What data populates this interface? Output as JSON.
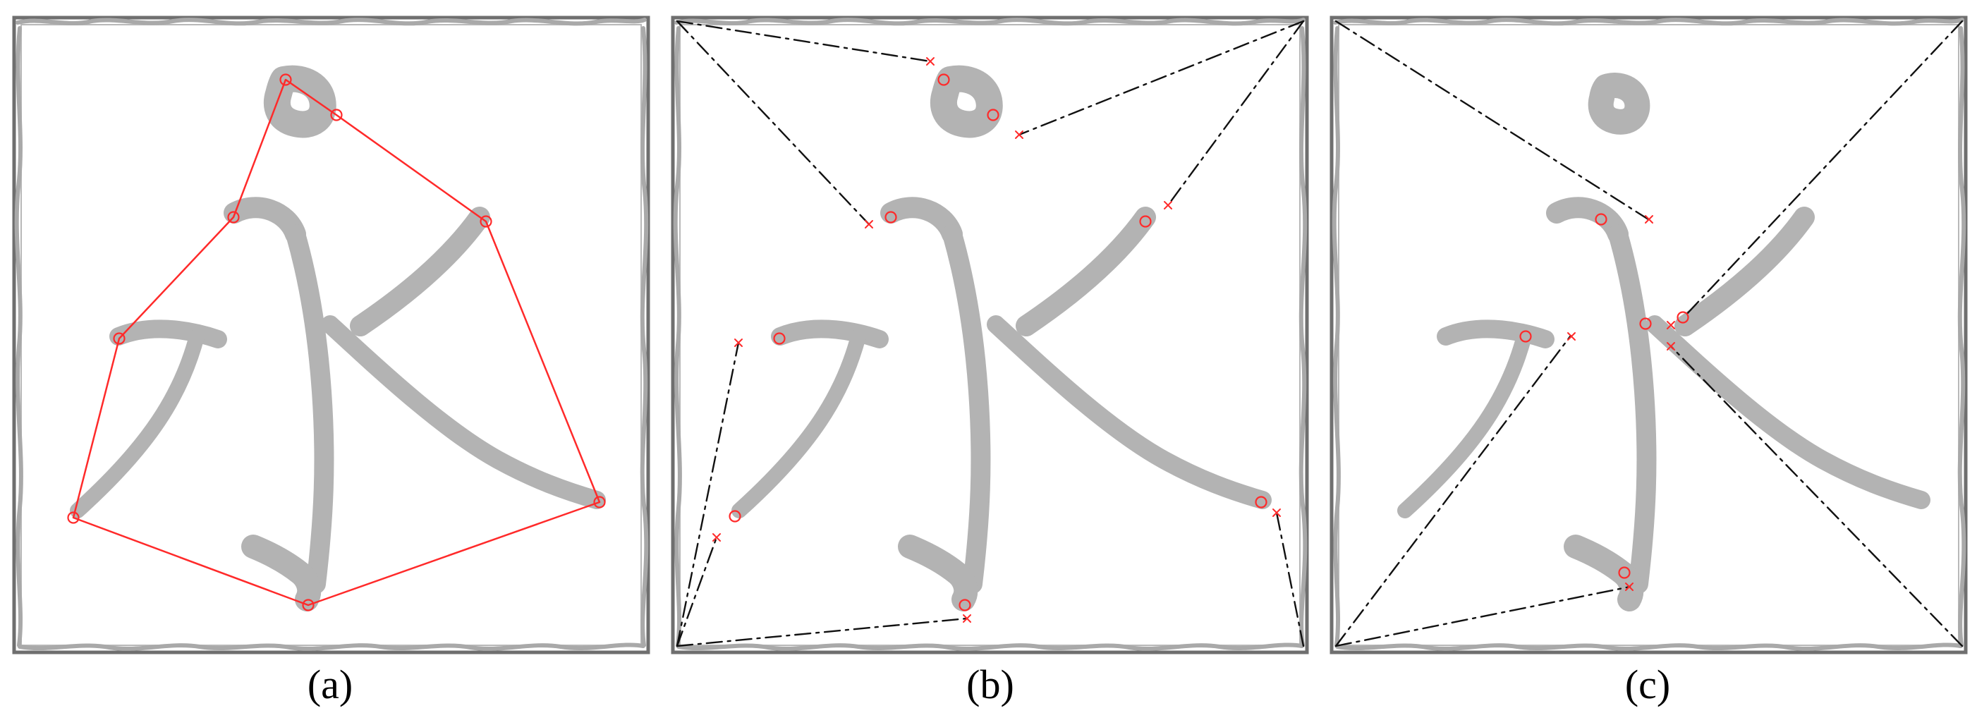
{
  "figure": {
    "panels": [
      {
        "caption": "(a)",
        "colors": {
          "glyph": "#b3b3b3",
          "outline": "#ff2a2a",
          "frame": "#6f6f6f"
        },
        "features": [
          "convex-hull",
          "hull-vertices"
        ]
      },
      {
        "caption": "(b)",
        "colors": {
          "glyph": "#b3b3b3",
          "match_line": "#111111",
          "point": "#ff2a2a",
          "frame": "#6f6f6f"
        },
        "features": [
          "corner-dashdot-links",
          "circle-markers",
          "x-markers"
        ]
      },
      {
        "caption": "(c)",
        "colors": {
          "glyph": "#b3b3b3",
          "match_line": "#111111",
          "point": "#ff2a2a",
          "frame": "#6f6f6f"
        },
        "features": [
          "corner-dashdot-links",
          "circle-markers",
          "x-markers"
        ]
      }
    ],
    "icons": {
      "circle_marker": "circle-marker-icon",
      "x_marker": "x-marker-icon"
    }
  }
}
